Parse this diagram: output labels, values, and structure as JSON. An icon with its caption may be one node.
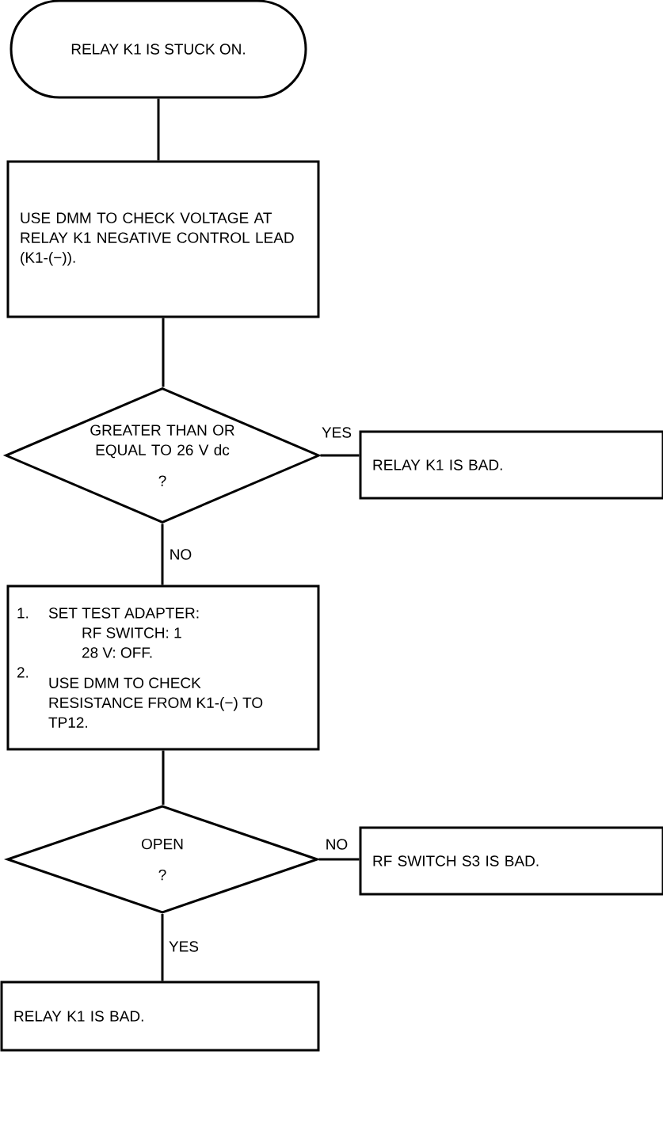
{
  "diagram": {
    "nodes": [
      {
        "text": [
          "RELAY K1 IS STUCK ON."
        ]
      },
      {
        "text": [
          "USE DMM TO CHECK VOLTAGE AT RELAY K1 NEGATIVE CONTROL LEAD (K1-(−))."
        ]
      },
      {
        "text": [
          "GREATER THAN OR EQUAL TO 26 V dc",
          "?"
        ]
      },
      {
        "text": [
          "RELAY K1 IS BAD."
        ]
      },
      {
        "text": [
          "1.",
          "SET TEST ADAPTER:",
          "RF SWITCH: 1",
          "28 V:  OFF.",
          "2.",
          "USE DMM TO CHECK RESISTANCE FROM K1-(−) TO TP12."
        ]
      },
      {
        "text": [
          "OPEN",
          "?"
        ]
      },
      {
        "text": [
          "RF SWITCH S3 IS BAD."
        ]
      },
      {
        "text": [
          "RELAY K1 IS BAD."
        ]
      }
    ],
    "edges": [
      {
        "from": 0,
        "to": 1,
        "arrow": "none"
      },
      {
        "from": 1,
        "to": 2,
        "arrow": "none"
      },
      {
        "from": 2,
        "to": 3,
        "arrow": "none",
        "label": "YES"
      },
      {
        "from": 2,
        "to": 4,
        "arrow": "none",
        "label": "NO"
      },
      {
        "from": 4,
        "to": 5,
        "arrow": "none"
      },
      {
        "from": 5,
        "to": 6,
        "arrow": "none",
        "label": "NO"
      },
      {
        "from": 5,
        "to": 7,
        "arrow": "none",
        "label": "YES"
      }
    ]
  }
}
